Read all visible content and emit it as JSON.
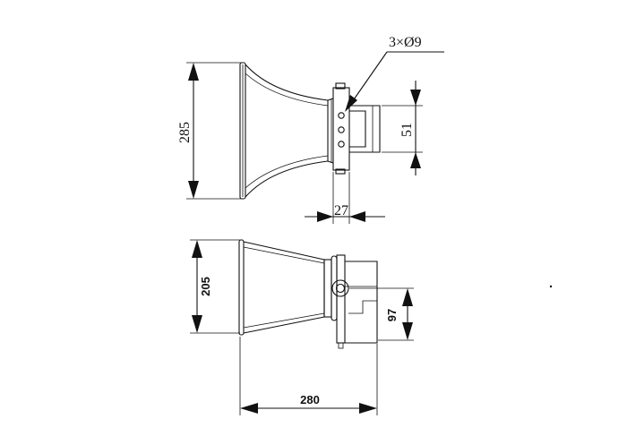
{
  "top_view": {
    "height_label": "285",
    "bracket_label": "51",
    "depth_label": "27",
    "holes_label": "3×Ø9"
  },
  "side_view": {
    "height_label": "205",
    "mount_label": "97",
    "length_label": "280"
  }
}
